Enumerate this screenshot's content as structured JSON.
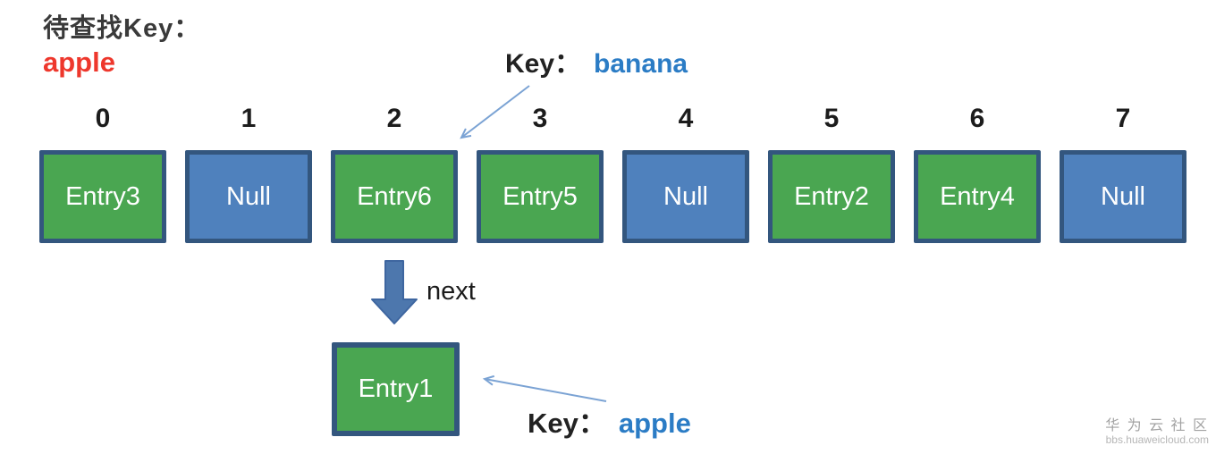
{
  "title": {
    "prefix": "待查找Key：",
    "value": "apple"
  },
  "banana_pointer": {
    "key_label": "Key：",
    "value": "banana"
  },
  "apple_pointer": {
    "key_label": "Key：",
    "value": "apple"
  },
  "indices": [
    "0",
    "1",
    "2",
    "3",
    "4",
    "5",
    "6",
    "7"
  ],
  "slots": [
    {
      "label": "Entry3",
      "type": "entry"
    },
    {
      "label": "Null",
      "type": "null"
    },
    {
      "label": "Entry6",
      "type": "entry"
    },
    {
      "label": "Entry5",
      "type": "entry"
    },
    {
      "label": "Null",
      "type": "null"
    },
    {
      "label": "Entry2",
      "type": "entry"
    },
    {
      "label": "Entry4",
      "type": "entry"
    },
    {
      "label": "Null",
      "type": "null"
    }
  ],
  "next_label": "next",
  "chain": {
    "node_label": "Entry1"
  },
  "watermark": {
    "line1": "华 为 云 社 区",
    "line2": "bbs.huaweicloud.com"
  },
  "colors": {
    "entry_green": "#4aa651",
    "null_blue": "#4f81bd",
    "box_border": "#33567e",
    "key_red": "#ee372c",
    "key_blue": "#2b7cc5",
    "arrow_blue": "#7ba3d4",
    "block_arrow": "#4d77ad"
  }
}
